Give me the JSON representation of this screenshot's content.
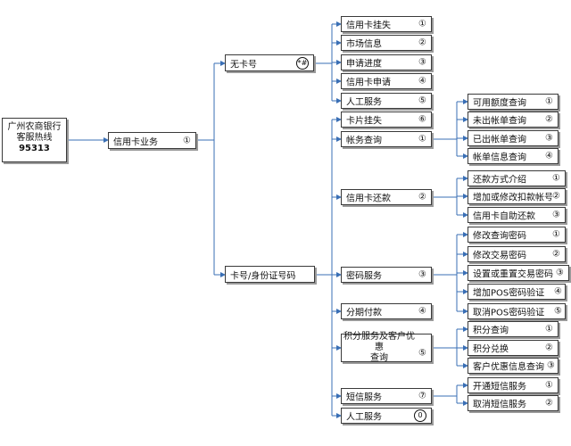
{
  "root": {
    "line1": "广州农商银行",
    "line2": "客服热线",
    "line3": "95313"
  },
  "level1": {
    "label": "信用卡业务",
    "key": "①"
  },
  "no_card": {
    "label": "无卡号",
    "key": "*#",
    "items": [
      {
        "label": "信用卡挂失",
        "key": "①"
      },
      {
        "label": "市场信息",
        "key": "②"
      },
      {
        "label": "申请进度",
        "key": "③"
      },
      {
        "label": "信用卡申请",
        "key": "④"
      },
      {
        "label": "人工服务",
        "key": "⑤"
      }
    ]
  },
  "with_card": {
    "label": "卡号/身份证号码",
    "items": [
      {
        "label": "卡片挂失",
        "key": "⑥"
      },
      {
        "label": "帐务查询",
        "key": "①"
      },
      {
        "label": "信用卡还款",
        "key": "②"
      },
      {
        "label": "密码服务",
        "key": "③"
      },
      {
        "label": "分期付款",
        "key": "④"
      },
      {
        "label_line1": "积分服务及客户优惠",
        "label_line2": "查询",
        "key": "⑤"
      },
      {
        "label": "短信服务",
        "key": "⑦"
      },
      {
        "label": "人工服务",
        "key": "0"
      }
    ]
  },
  "account_query": [
    {
      "label": "可用额度查询",
      "key": "①"
    },
    {
      "label": "未出帐单查询",
      "key": "②"
    },
    {
      "label": "已出帐单查询",
      "key": "③"
    },
    {
      "label": "帐单信息查询",
      "key": "④"
    }
  ],
  "repayment": [
    {
      "label": "还款方式介绍",
      "key": "①"
    },
    {
      "label": "增加或修改扣款帐号",
      "key": "②"
    },
    {
      "label": "信用卡自助还款",
      "key": "③"
    }
  ],
  "password": [
    {
      "label": "修改查询密码",
      "key": "①"
    },
    {
      "label": "修改交易密码",
      "key": "②"
    },
    {
      "label": "设置或重置交易密码",
      "key": "③"
    },
    {
      "label": "增加POS密码验证",
      "key": "④"
    },
    {
      "label": "取消POS密码验证",
      "key": "⑤"
    }
  ],
  "points": [
    {
      "label": "积分查询",
      "key": "①"
    },
    {
      "label": "积分兑换",
      "key": "②"
    },
    {
      "label": "客户优惠信息查询",
      "key": "③"
    }
  ],
  "sms": [
    {
      "label": "开通短信服务",
      "key": "①"
    },
    {
      "label": "取消短信服务",
      "key": "②"
    }
  ]
}
